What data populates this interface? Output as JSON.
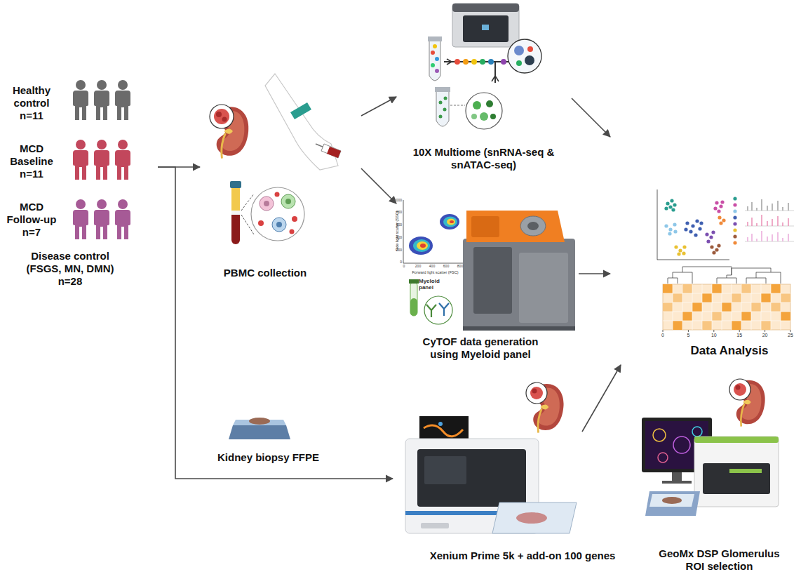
{
  "diagram": {
    "nodes": [
      {
        "text": [
          "Healthy control n=11",
          "MCD Baseline n=11",
          "MCD Follow-up n=7",
          "Disease control (FSGS, MN, DMN) n=28"
        ]
      },
      {
        "text": [
          "PBMC collection"
        ]
      },
      {
        "text": [
          "10X Multiome (snRNA-seq & snATAC-seq)"
        ]
      },
      {
        "text": [
          "CyTOF data generation using Myeloid panel"
        ]
      },
      {
        "text": [
          "Data Analysis"
        ]
      },
      {
        "text": [
          "Kidney biopsy FFPE"
        ]
      },
      {
        "text": [
          "Xenium Prime 5k + add-on 100 genes"
        ]
      },
      {
        "text": [
          "GeoMx DSP Glomerulus ROI selection"
        ]
      }
    ],
    "edges": [
      {
        "from": 0,
        "to": 1,
        "arrow": "to"
      },
      {
        "from": 0,
        "to": 6,
        "arrow": "to"
      },
      {
        "from": 1,
        "to": 2,
        "arrow": "to"
      },
      {
        "from": 1,
        "to": 3,
        "arrow": "to"
      },
      {
        "from": 2,
        "to": 4,
        "arrow": "to"
      },
      {
        "from": 3,
        "to": 4,
        "arrow": "to"
      },
      {
        "from": 6,
        "to": 4,
        "arrow": "to"
      }
    ],
    "labels": [
      "Myeloid panel",
      "Side light scatter (SSC)",
      "Forward light scatter (FSC)",
      "1000",
      "800",
      "600",
      "400",
      "200",
      "0",
      "0",
      "200",
      "400",
      "600",
      "800",
      "0",
      "5",
      "10",
      "15",
      "20",
      "25"
    ]
  }
}
